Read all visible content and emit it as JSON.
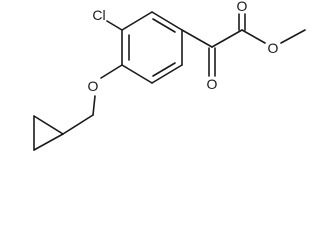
{
  "molecule": {
    "atoms": {
      "cl": "Cl",
      "o_ether": "O",
      "o_ketone": "O",
      "o_carbonyl": "O",
      "o_ester": "O"
    }
  },
  "colors": {
    "bond": "#1a1a1a",
    "background": "#ffffff"
  }
}
